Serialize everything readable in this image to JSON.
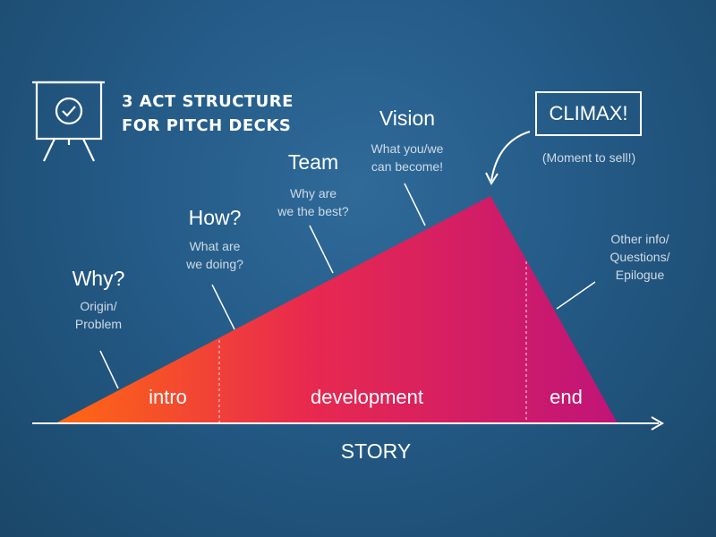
{
  "title": {
    "line1": "3 ACT STRUCTURE",
    "line2": "FOR PITCH DECKS",
    "icon": "presentation-board-check-icon"
  },
  "stages": [
    {
      "heading": "Why?",
      "description": [
        "Origin/",
        "Problem"
      ]
    },
    {
      "heading": "How?",
      "description": [
        "What are",
        "we doing?"
      ]
    },
    {
      "heading": "Team",
      "description": [
        "Why are",
        "we the best?"
      ]
    },
    {
      "heading": "Vision",
      "description": [
        "What you/we",
        "can become!"
      ]
    }
  ],
  "climax": {
    "label": "CLIMAX!",
    "note": "(Moment to sell!)"
  },
  "epilogue": {
    "lines": [
      "Other info/",
      "Questions/",
      "Epilogue"
    ]
  },
  "phases": {
    "intro": "intro",
    "development": "development",
    "end": "end"
  },
  "axis_label": "STORY",
  "colors": {
    "background": "#245a86",
    "gradient_start": "#ff6a10",
    "gradient_mid": "#e8294f",
    "gradient_end": "#c01478",
    "text": "#ffffff"
  }
}
